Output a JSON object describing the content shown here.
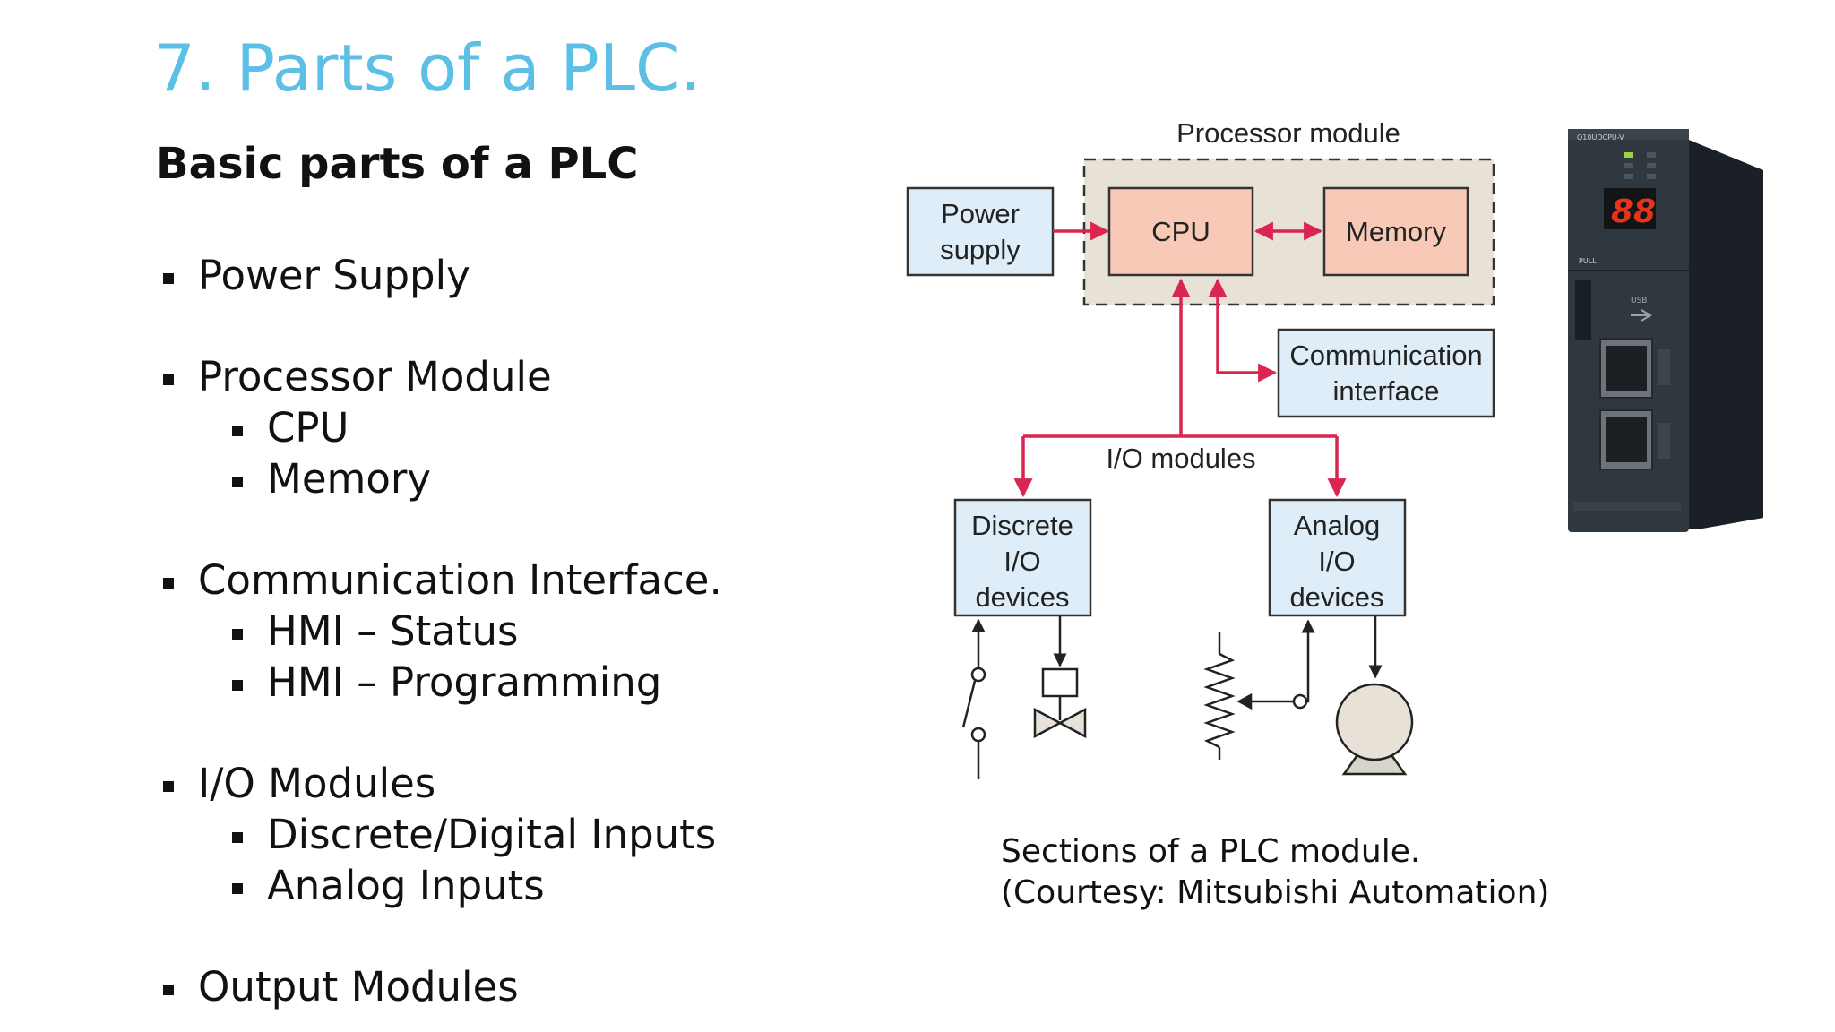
{
  "slide": {
    "title": "7. Parts of a PLC.",
    "subtitle": "Basic parts of a PLC",
    "bullets": [
      {
        "text": "Power Supply"
      },
      {
        "text": "Processor Module",
        "sub": [
          "CPU",
          "Memory"
        ]
      },
      {
        "text": "Communication Interface.",
        "sub": [
          "HMI – Status",
          "HMI – Programming"
        ]
      },
      {
        "text": "I/O Modules",
        "sub": [
          "Discrete/Digital Inputs",
          "Analog Inputs"
        ]
      },
      {
        "text": "Output Modules"
      }
    ]
  },
  "diagram": {
    "processor_module": "Processor module",
    "power_supply": [
      "Power",
      "supply"
    ],
    "cpu": "CPU",
    "memory": "Memory",
    "communication_interface": [
      "Communication",
      "interface"
    ],
    "io_modules": "I/O modules",
    "discrete_io": [
      "Discrete",
      "I/O",
      "devices"
    ],
    "analog_io": [
      "Analog",
      "I/O",
      "devices"
    ],
    "colors": {
      "arrow": "#d9254f",
      "box_blue": "#deedf7",
      "box_pink": "#f9c9b8",
      "processor_bg": "#e7e1d8"
    }
  },
  "caption": {
    "line1": "Sections of a PLC module.",
    "line2": "(Courtesy: Mitsubishi Automation)"
  },
  "device_photo": {
    "model": "Q10UDCPU-V",
    "display": "88",
    "port_label": "USB",
    "side_label": "PULL"
  }
}
